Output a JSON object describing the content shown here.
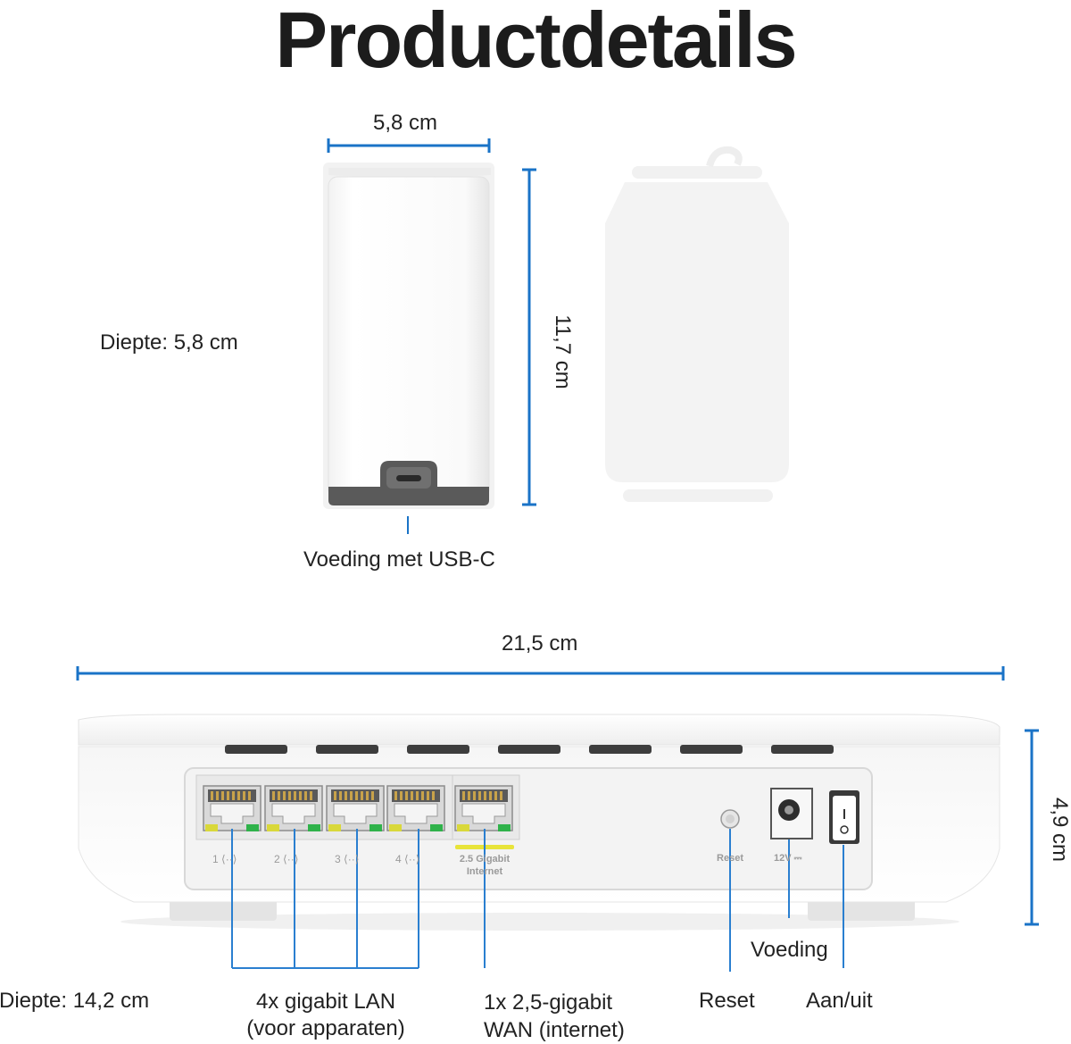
{
  "title": "Productdetails",
  "satellite": {
    "width": "5,8 cm",
    "height": "11,7 cm",
    "depth": "Diepte: 5,8 cm",
    "power": "Voeding met USB-C"
  },
  "router": {
    "width": "21,5 cm",
    "height": "4,9 cm",
    "depth": "Diepte: 14,2 cm",
    "ports": {
      "lan1": "1",
      "lan2": "2",
      "lan3": "3",
      "lan4": "4",
      "wan_line1": "2.5 Gigabit",
      "wan_line2": "Internet",
      "reset": "Reset",
      "power": "12V"
    },
    "callouts": {
      "lan_line1": "4x gigabit LAN",
      "lan_line2": "(voor apparaten)",
      "wan_line1": "1x 2,5-gigabit",
      "wan_line2": "WAN (internet)",
      "reset": "Reset",
      "voeding": "Voeding",
      "switch": "Aan/uit"
    }
  },
  "colors": {
    "dimension_line": "#1a73c7",
    "callout_line": "#2a7fd0",
    "wan_accent": "#e8e43a",
    "led_green": "#2fb24a",
    "led_yellow": "#d9d83a"
  }
}
